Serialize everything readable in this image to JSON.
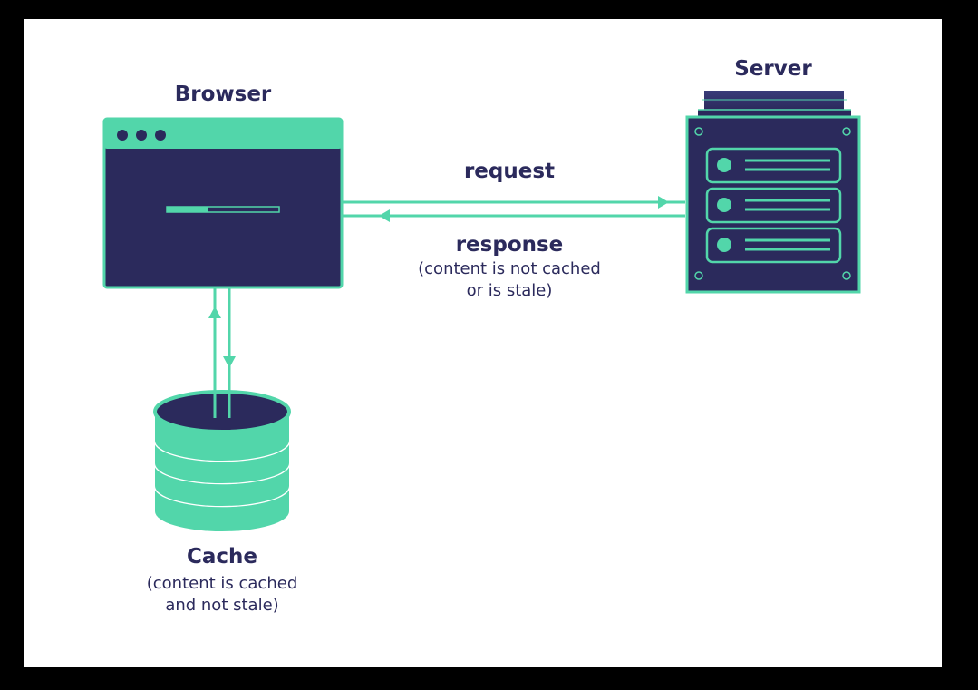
{
  "nodes": {
    "browser": {
      "label": "Browser"
    },
    "server": {
      "label": "Server"
    },
    "cache": {
      "label": "Cache",
      "note_line1": "(content is cached",
      "note_line2": "and not stale)"
    }
  },
  "edges": {
    "request": {
      "label": "request"
    },
    "response": {
      "label": "response",
      "note_line1": "(content is not cached",
      "note_line2": "or is stale)"
    }
  },
  "colors": {
    "navy": "#2b2a5c",
    "teal": "#52d6aa",
    "background": "#ffffff",
    "frame": "#000000"
  }
}
